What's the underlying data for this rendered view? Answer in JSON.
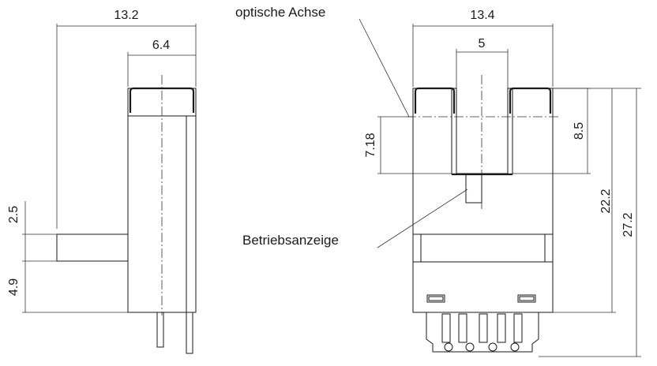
{
  "labels": {
    "optical_axis": "optische Achse",
    "indicator": "Betriebsanzeige"
  },
  "dimensions": {
    "left_total_width": "13.2",
    "left_body_width": "6.4",
    "left_top_gap": "2.5",
    "left_bottom_gap": "4.9",
    "right_total_width": "13.4",
    "right_slot_width": "5",
    "right_axis_height": "7.18",
    "right_slot_depth": "8.5",
    "right_body_height": "22.2",
    "right_total_height": "27.2"
  }
}
